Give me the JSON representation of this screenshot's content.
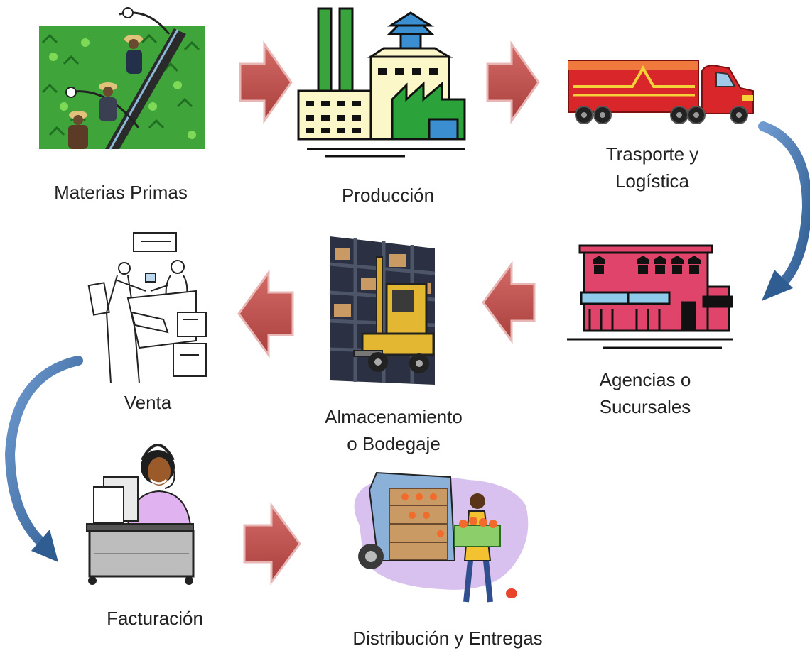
{
  "steps": [
    {
      "id": "materias-primas",
      "lines": [
        "Materias Primas"
      ],
      "icon": "farm-field-icon"
    },
    {
      "id": "produccion",
      "lines": [
        "Producción"
      ],
      "icon": "factory-icon"
    },
    {
      "id": "transporte",
      "lines": [
        "Trasporte y",
        "Logística"
      ],
      "icon": "truck-icon"
    },
    {
      "id": "agencias",
      "lines": [
        "Agencias o",
        "Sucursales"
      ],
      "icon": "store-building-icon"
    },
    {
      "id": "almacenamiento",
      "lines": [
        "Almacenamiento",
        "o Bodegaje"
      ],
      "icon": "forklift-warehouse-icon"
    },
    {
      "id": "venta",
      "lines": [
        "Venta"
      ],
      "icon": "sales-meeting-icon"
    },
    {
      "id": "facturacion",
      "lines": [
        "Facturación"
      ],
      "icon": "billing-operator-icon"
    },
    {
      "id": "distribucion",
      "lines": [
        "Distribución y Entregas"
      ],
      "icon": "delivery-van-icon"
    }
  ],
  "colors": {
    "arrow_red": "#c0504d",
    "arrow_red_dark": "#9b3b39",
    "arrow_blue": "#4f81bd",
    "arrow_blue_dark": "#2f5c91",
    "text": "#222222"
  }
}
